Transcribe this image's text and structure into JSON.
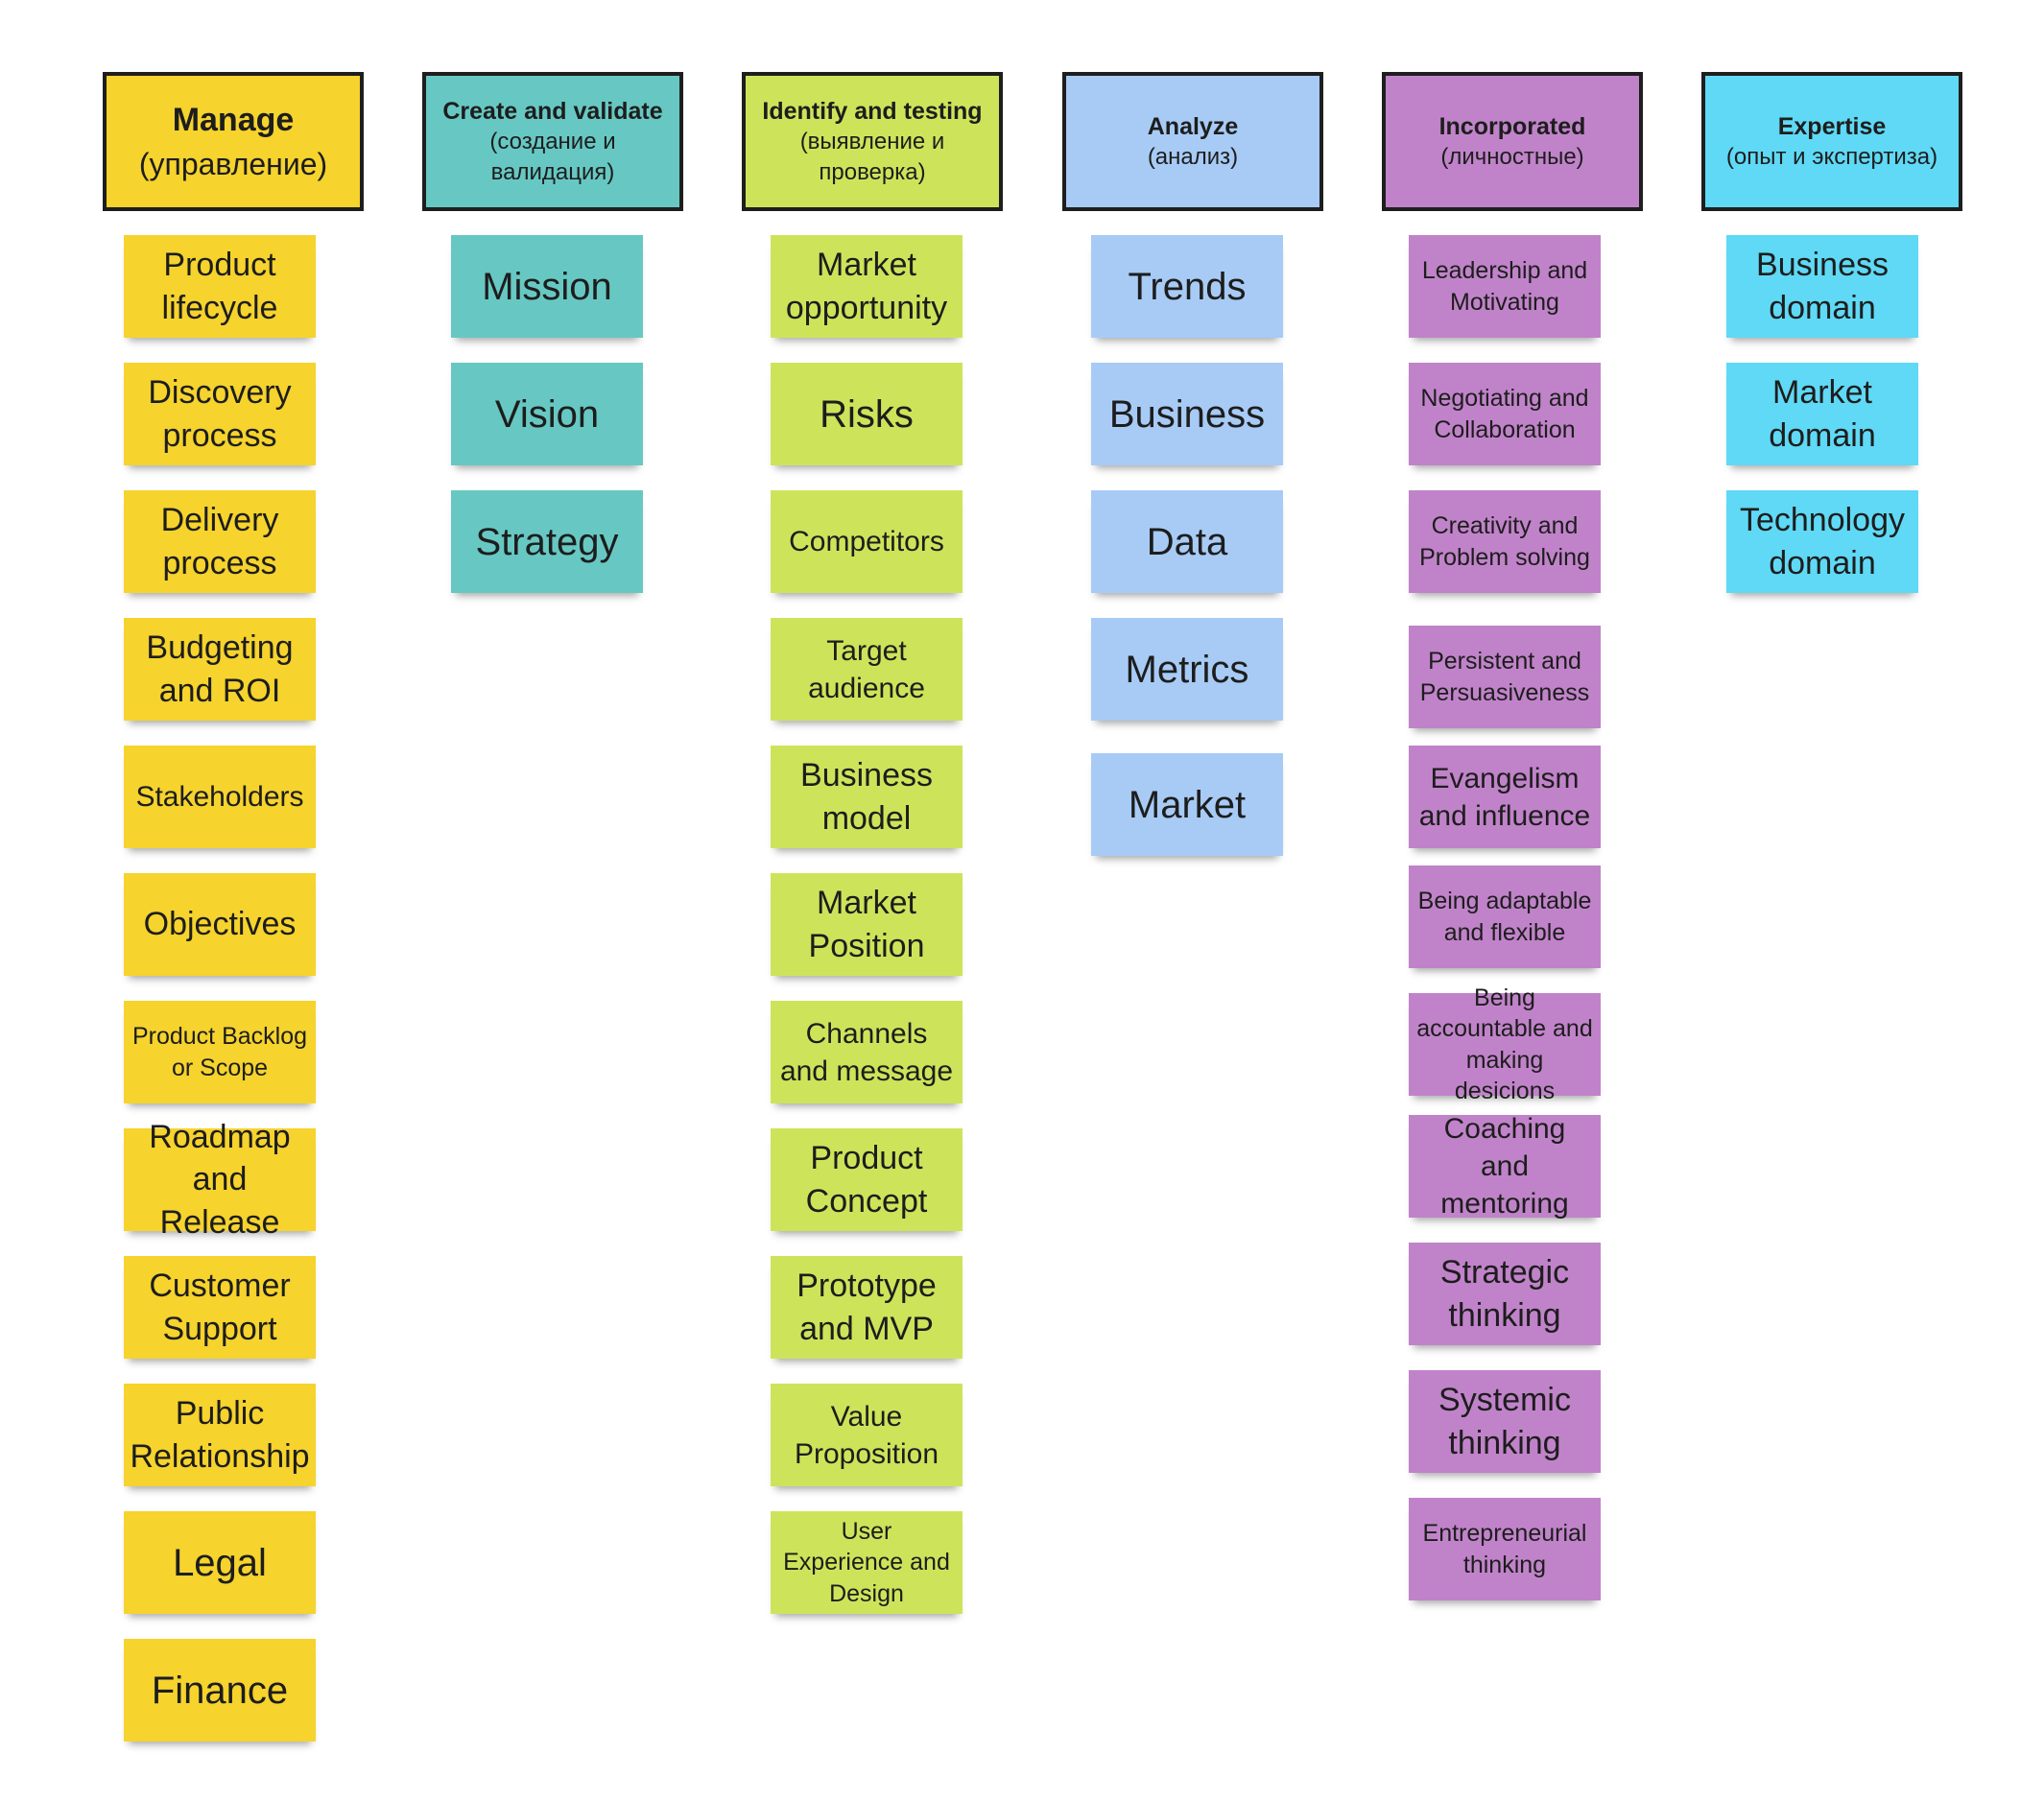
{
  "colors": {
    "manage": "#f6d32d",
    "create": "#67c8c3",
    "identify": "#cde45a",
    "analyze": "#a7cbf5",
    "incorporated": "#c083c9",
    "expertise": "#5fd9f5",
    "border": "#1e1e1e"
  },
  "columns": [
    {
      "title": "Manage",
      "subtitle": "(управление)",
      "notes": [
        "Product lifecycle",
        "Discovery process",
        "Delivery process",
        "Budgeting and ROI",
        "Stakeholders",
        "Objectives",
        "Product Backlog or Scope",
        "Roadmap and Release",
        "Customer Support",
        "Public Relationship",
        "Legal",
        "Finance"
      ]
    },
    {
      "title": "Create and validate",
      "subtitle": "(создание и валидация)",
      "notes": [
        "Mission",
        "Vision",
        "Strategy"
      ]
    },
    {
      "title": "Identify and testing",
      "subtitle": "(выявление и проверка)",
      "notes": [
        "Market opportunity",
        "Risks",
        "Competitors",
        "Target audience",
        "Business model",
        "Market Position",
        "Channels and message",
        "Product Concept",
        "Prototype and MVP",
        "Value Proposition",
        "User Experience and Design"
      ]
    },
    {
      "title": "Analyze",
      "subtitle": "(анализ)",
      "notes": [
        "Trends",
        "Business",
        "Data",
        "Metrics",
        "Market"
      ]
    },
    {
      "title": "Incorporated",
      "subtitle": "(личностные)",
      "notes": [
        "Leadership and Motivating",
        "Negotiating and Collaboration",
        "Creativity and Problem solving",
        "Persistent and Persuasiveness",
        "Evangelism and influence",
        "Being adaptable and flexible",
        "Being accountable and making desicions",
        "Coaching and mentoring",
        "Strategic thinking",
        "Systemic thinking",
        "Entrepreneurial thinking"
      ]
    },
    {
      "title": "Expertise",
      "subtitle": "(опыт и экспертиза)",
      "notes": [
        "Business domain",
        "Market domain",
        "Technology domain"
      ]
    }
  ]
}
